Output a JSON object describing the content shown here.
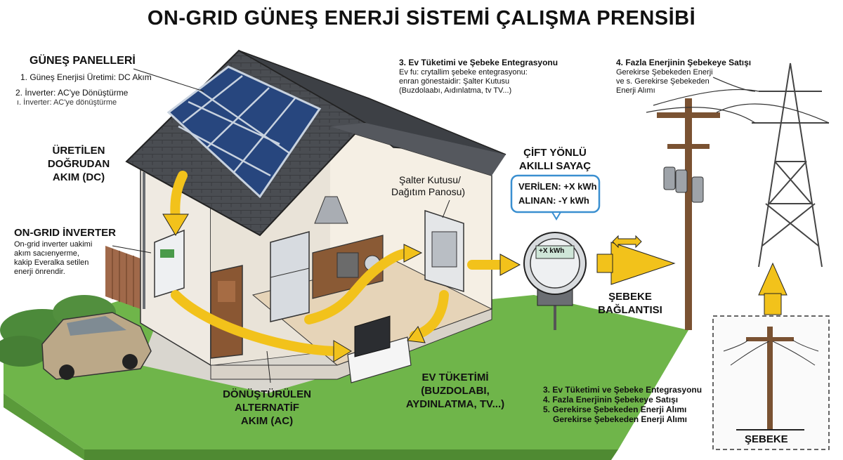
{
  "title": "ON-GRID GÜNEŞ ENERJİ SİSTEMİ ÇALIŞMA PRENSİBİ",
  "panels": {
    "heading": "GÜNEŞ PANELLERİ",
    "line1": "1. Güneş Enerjisi Üretimi: DC Akım",
    "line2": "2. İnverter: AC'ye Dönüştürme",
    "line3": "ı. İnverter: AC'ye dönüştürme"
  },
  "dc": {
    "line1": "ÜRETİLEN",
    "line2": "DOĞRUDAN",
    "line3": "AKIM (DC)"
  },
  "inverter": {
    "heading": "ON-GRID İNVERTER",
    "line1": "On-grid inverter uakimi",
    "line2": "akım sacıenyerme,",
    "line3": "kakip Everalka setilen",
    "line4": "enerji önrendir."
  },
  "ac": {
    "line1": "DÖNÜŞTÜRÜLEN",
    "line2": "ALTERNATİF",
    "line3": "AKIM (AC)"
  },
  "consumption_label": {
    "line1": "EV TÜKETİMİ",
    "line2": "(BUZDOLABI,",
    "line3": "AYDINLATMA, TV...)"
  },
  "breaker": {
    "line1": "Şalter Kutusu/",
    "line2": "Dağıtım Panosu)"
  },
  "integration": {
    "heading": "3. Ev Tüketimi ve Şebeke Entegrasyonu",
    "line1": "Ev fu: crytallim şebeke  entegrasyonu:",
    "line2": "enran gönestaidir: Şalter Kutusu",
    "line3": "(Buzdolaabı, Aıdınlatma, tv TV...)"
  },
  "sale": {
    "heading": "4. Fazla Enerjinin Şebekeye Satışı",
    "line1": "Gerekirse Şebekeden Enerji",
    "line2": "ve s. Gerekirse Şebekeden",
    "line3": "Enerji Alımı"
  },
  "meter": {
    "title1": "ÇİFT YÖNLÜ",
    "title2": "AKILLI SAYAÇ",
    "given": "VERİLEN: +X kWh",
    "taken": "ALINAN:   -Y kWh",
    "display": "+X kWh"
  },
  "connection": {
    "line1": "ŞEBEKE",
    "line2": "BAĞLANTISI"
  },
  "summary": {
    "line1": "3. Ev Tüketimi ve Şebeke Entegrasyonu",
    "line2": "4. Fazla Enerjinin Şebekeye Satışı",
    "line3": "5. Gerekirse Şebekeden Enerji Alımı",
    "line4": "Gerekirse Şebekeden Enerji Alımı"
  },
  "grid_label": "ŞEBEKE",
  "colors": {
    "arrow": "#f2c21b",
    "panel": "#27467e",
    "roof": "#4a4d52",
    "wall": "#f1ede6",
    "grass": "#6fb54a",
    "meter_display": "#cfe6d8",
    "callout_border": "#3a8fd0"
  }
}
